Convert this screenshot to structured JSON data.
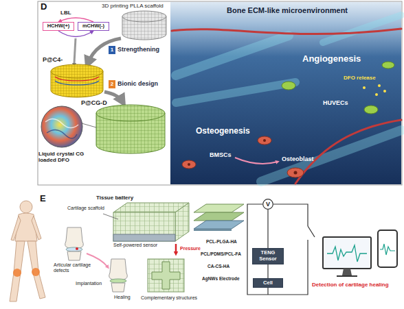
{
  "diagram": {
    "nodes": [
      {
        "text": [
          "HCHW(+)"
        ]
      },
      {
        "text": [
          "mCHW(-)"
        ]
      },
      {
        "text": [
          "1"
        ]
      },
      {
        "text": [
          "2"
        ]
      },
      {
        "text": [
          "V"
        ]
      },
      {
        "text": [
          "TENG Sensor"
        ]
      },
      {
        "text": [
          "Cell"
        ]
      }
    ],
    "edges": [
      {
        "from": 1,
        "to": 0,
        "arrow": "to"
      },
      {
        "from": 0,
        "to": 1,
        "arrow": "to"
      },
      {
        "from": 4,
        "to": 5,
        "arrow": "none"
      },
      {
        "from": 5,
        "to": 6,
        "arrow": "none"
      }
    ],
    "labels": [
      "D",
      "3D printing PLLA scaffold",
      "LBL",
      "Strengthening",
      "P@C4-",
      "Bionic design",
      "P@CG-D",
      "Liquid crystal CG loaded DFO",
      "Bone ECM-like microenvironment",
      "Angiogenesis",
      "DFO release",
      "HUVECs",
      "Osteogenesis",
      "BMSCs",
      "Osteoblast",
      "E",
      "Tissue battery",
      "Cartilage scaffold",
      "Self-powered sensor",
      "Pressure",
      "Articular cartilage defects",
      "Implantation",
      "Healing",
      "Complementary structures",
      "PCL-PLGA-HA",
      "PCL/PDMS/PCL-FA",
      "CA-CS-HA",
      "AgNWs Electrode",
      "Detection of cartilage healing"
    ]
  }
}
